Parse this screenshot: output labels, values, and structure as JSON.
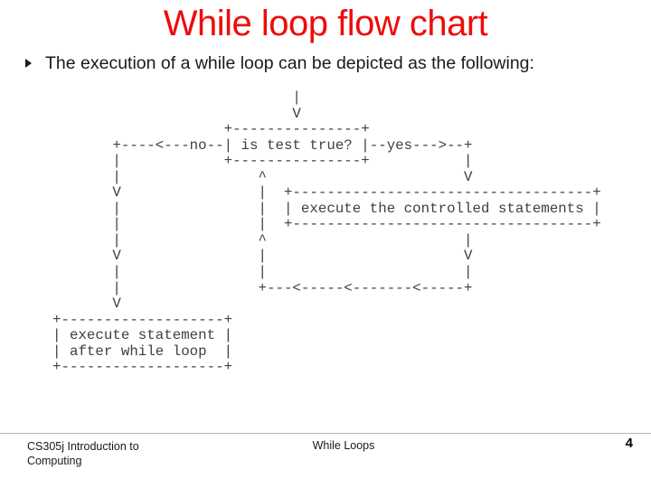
{
  "slide": {
    "title": "While loop flow chart",
    "bullet": {
      "icon": "triangle-right",
      "text": "The execution of a while loop can be depicted as the following:"
    },
    "flowchart": {
      "type": "ascii-flow-chart",
      "nodes": [
        "is test true?",
        "execute the controlled statements",
        "execute statement after while loop"
      ],
      "edge_labels": [
        "no",
        "yes"
      ],
      "lines": [
        "                            |",
        "                            V",
        "                    +---------------+",
        "       +----<---no--| is test true? |--yes--->--+",
        "       |            +---------------+           |",
        "       |                ^                       V",
        "       V                |  +-----------------------------------+",
        "       |                |  | execute the controlled statements |",
        "       |                |  +-----------------------------------+",
        "       |                ^                       |",
        "       V                |                       V",
        "       |                |                       |",
        "       |                +---<-----<-------<-----+",
        "       V",
        "+-------------------+",
        "| execute statement |",
        "| after while loop  |",
        "+-------------------+"
      ]
    },
    "footer": {
      "left_line1": "CS305j Introduction to",
      "left_line2": "Computing",
      "center": "While Loops",
      "page_number": "4"
    },
    "colors": {
      "title": "#ee0c0c",
      "body_text": "#1a1a1a",
      "ascii_text": "#404040",
      "divider": "#b5b5b5",
      "background": "#ffffff"
    }
  }
}
